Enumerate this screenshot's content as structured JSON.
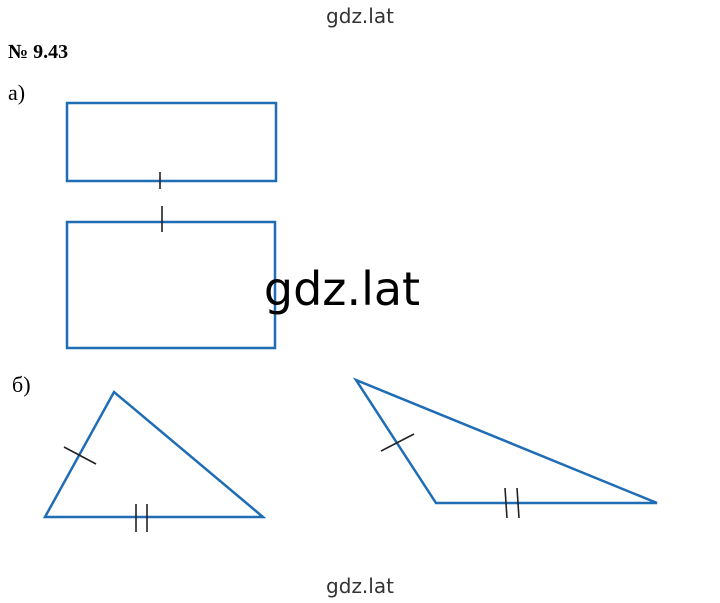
{
  "watermark": "gdz.lat",
  "problem": {
    "number": "№ 9.43"
  },
  "parts": {
    "a": "а)",
    "b": "б)"
  },
  "colors": {
    "shape_stroke": "#1f6db4",
    "tick_marks": "#222222"
  }
}
